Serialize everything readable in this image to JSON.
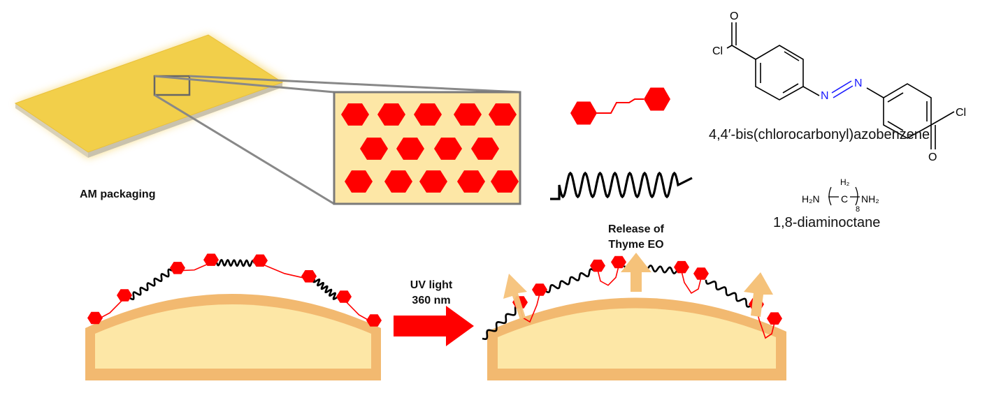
{
  "labels": {
    "packaging": "AM packaging",
    "azo_name": "4,4′-bis(chlorocarbonyl)azobenzene",
    "diamine_name": "1,8-diaminoctane",
    "uv_line1": "UV light",
    "uv_line2": "360 nm",
    "release_line1": "Release of",
    "release_line2": "Thyme EO"
  },
  "structures": {
    "azo": {
      "atom_cl_left": "Cl",
      "atom_o_left": "O",
      "atom_n1": "N",
      "atom_n2": "N",
      "atom_o_right": "O",
      "atom_cl_right": "Cl"
    },
    "diamine": {
      "left_group": "H₂N",
      "center_group": "C",
      "h2_label": "H₂",
      "subscript": "8",
      "right_group": "NH₂"
    }
  },
  "colors": {
    "hexagon": "#ff0000",
    "film": "#f2cf4a",
    "substrate_inner": "#fde7a6",
    "substrate_outer": "#f0b870",
    "arrow_uv": "#ff0000",
    "arrow_release": "#f7c174",
    "chain": "#000000",
    "azo_n": "#1a1aff"
  },
  "icons": {
    "hexagon": "red-hexagon-icon",
    "spring": "polymer-chain-icon",
    "arrow": "right-arrow-icon"
  }
}
